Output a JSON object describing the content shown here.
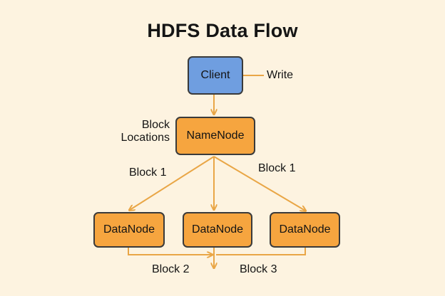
{
  "title": "HDFS Data Flow",
  "colors": {
    "background": "#fdf3e0",
    "client_fill": "#6f9ee0",
    "node_fill": "#f6a53f",
    "arrow": "#e9a646",
    "border": "#3a3a3a"
  },
  "nodes": {
    "client": "Client",
    "namenode": "NameNode",
    "datanode_left": "DataNode",
    "datanode_center": "DataNode",
    "datanode_right": "DataNode"
  },
  "labels": {
    "write": "Write",
    "block_locations_line1": "Block",
    "block_locations_line2": "Locations",
    "block1_left": "Block 1",
    "block1_right": "Block 1",
    "block2": "Block 2",
    "block3": "Block 3"
  }
}
